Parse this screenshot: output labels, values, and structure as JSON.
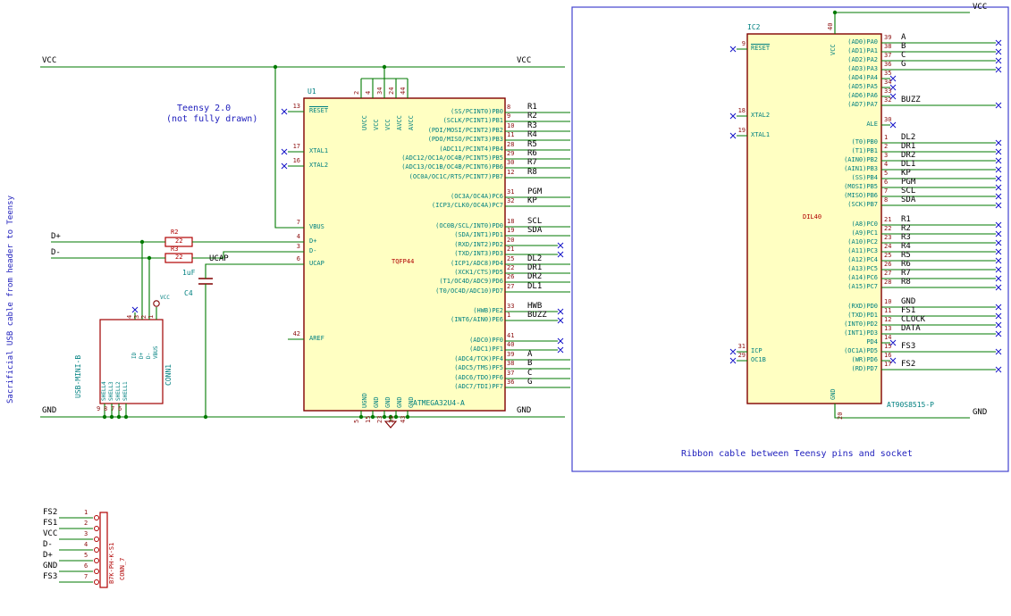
{
  "texts": {
    "left_note": "Sacrificial USB cable from header to Teensy",
    "teensy_note_1": "Teensy 2.0",
    "teensy_note_2": "(not fully drawn)",
    "ribbon_note": "Ribbon cable between Teensy pins and socket"
  },
  "colors": {
    "wire": "#007a00",
    "component_body": "#ffffc2",
    "component_border": "#800000",
    "pin_number": "#8c0d0d",
    "pin_name": "#008080",
    "net_label": "#000000",
    "note_blue": "#2121bd",
    "nc_marker": "#1414c8",
    "cable_border": "#4343cf"
  },
  "net_labels": {
    "vcc": "VCC",
    "gnd": "GND",
    "d_plus": "D+",
    "d_minus": "D-",
    "ucap": "UCAP"
  },
  "u1": {
    "ref": "U1",
    "footprint": "TQFP44",
    "value": "ATMEGA32U4-A",
    "left_pins": [
      {
        "num": "13",
        "name": "RESET",
        "overline": true,
        "nc": true
      },
      {
        "num": "17",
        "name": "XTAL1",
        "nc": true
      },
      {
        "num": "16",
        "name": "XTAL2",
        "nc": true
      },
      {
        "num": "7",
        "name": "VBUS"
      },
      {
        "num": "4",
        "name": "D+"
      },
      {
        "num": "3",
        "name": "D-"
      },
      {
        "num": "6",
        "name": "UCAP"
      },
      {
        "num": "42",
        "name": "AREF"
      }
    ],
    "right_groups": [
      {
        "pins": [
          {
            "num": "8",
            "name": "(SS/PCINT0)PB0",
            "net": "R1"
          },
          {
            "num": "9",
            "name": "(SCLK/PCINT1)PB1",
            "net": "R2"
          },
          {
            "num": "10",
            "name": "(PDI/MOSI/PCINT2)PB2",
            "net": "R3"
          },
          {
            "num": "11",
            "name": "(PDO/MISO/PCINT3)PB3",
            "net": "R4"
          },
          {
            "num": "28",
            "name": "(ADC11/PCINT4)PB4",
            "net": "R5"
          },
          {
            "num": "29",
            "name": "(ADC12/OC1A/OC4B/PCINT5)PB5",
            "net": "R6"
          },
          {
            "num": "30",
            "name": "(ADC13/OC1B/OC4B/PCINT6)PB6",
            "net": "R7"
          },
          {
            "num": "12",
            "name": "(OC0A/OC1C/RTS/PCINT7)PB7",
            "net": "R8"
          }
        ]
      },
      {
        "pins": [
          {
            "num": "31",
            "name": "(OC3A/OC4A)PC6",
            "net": "PGM"
          },
          {
            "num": "32",
            "name": "(ICP3/CLK0/OC4A)PC7",
            "net": "KP"
          }
        ]
      },
      {
        "pins": [
          {
            "num": "18",
            "name": "(OC0B/SCL/INT0)PD0",
            "net": "SCL"
          },
          {
            "num": "19",
            "name": "(SDA/INT1)PD1",
            "net": "SDA"
          },
          {
            "num": "20",
            "name": "(RXD/INT2)PD2",
            "nc": true
          },
          {
            "num": "21",
            "name": "(TXD/INT3)PD3",
            "nc": true
          },
          {
            "num": "25",
            "name": "(ICP1/ADC8)PD4",
            "net": "DL2"
          },
          {
            "num": "22",
            "name": "(XCK1/CTS)PD5",
            "net": "DR1"
          },
          {
            "num": "26",
            "name": "(T1/OC4D/ADC9)PD6",
            "net": "DR2"
          },
          {
            "num": "27",
            "name": "(T0/OC4D/ADC10)PD7",
            "net": "DL1"
          }
        ]
      },
      {
        "pins": [
          {
            "num": "33",
            "name": "(HWB)PE2",
            "net": "HWB",
            "nc": true
          },
          {
            "num": "1",
            "name": "(INT6/AIN0)PE6",
            "net": "BUZZ",
            "nc": true
          }
        ]
      },
      {
        "pins": [
          {
            "num": "41",
            "name": "(ADC0)PF0",
            "nc": true
          },
          {
            "num": "40",
            "name": "(ADC1)PF1",
            "nc": true
          },
          {
            "num": "39",
            "name": "(ADC4/TCK)PF4",
            "net": "A"
          },
          {
            "num": "38",
            "name": "(ADC5/TMS)PF5",
            "net": "B"
          },
          {
            "num": "37",
            "name": "(ADC6/TDO)PF6",
            "net": "C"
          },
          {
            "num": "36",
            "name": "(ADC7/TDI)PF7",
            "net": "G"
          }
        ]
      }
    ],
    "top_pins": [
      {
        "num": "2",
        "name": "UVCC"
      },
      {
        "num": "4",
        "name": "VCC"
      },
      {
        "num": "34",
        "name": "VCC"
      },
      {
        "num": "24",
        "name": "AVCC"
      },
      {
        "num": "44",
        "name": "AVCC"
      }
    ],
    "bottom_pins": [
      {
        "num": "5",
        "name": "UGND"
      },
      {
        "num": "15",
        "name": "GND"
      },
      {
        "num": "23",
        "name": "GND"
      },
      {
        "num": "35",
        "name": "GND"
      },
      {
        "num": "43",
        "name": "GND"
      }
    ]
  },
  "ic2": {
    "ref": "IC2",
    "footprint": "DIL40",
    "value": "AT90S8515-P",
    "left_pins": [
      {
        "num": "9",
        "name": "RESET",
        "overline": true,
        "nc": true
      },
      {
        "num": "18",
        "name": "XTAL2",
        "nc": true
      },
      {
        "num": "19",
        "name": "XTAL1",
        "nc": true
      },
      {
        "num": "31",
        "name": "ICP",
        "nc": true
      },
      {
        "num": "29",
        "name": "OC1B",
        "nc": true
      }
    ],
    "right_groups": [
      {
        "pins": [
          {
            "num": "39",
            "name": "(AD0)PA0",
            "net": "A"
          },
          {
            "num": "38",
            "name": "(AD1)PA1",
            "net": "B"
          },
          {
            "num": "37",
            "name": "(AD2)PA2",
            "net": "C"
          },
          {
            "num": "36",
            "name": "(AD3)PA3",
            "net": "G"
          },
          {
            "num": "35",
            "name": "(AD4)PA4",
            "nc": true
          },
          {
            "num": "34",
            "name": "(AD5)PA5",
            "nc": true
          },
          {
            "num": "33",
            "name": "(AD6)PA6",
            "nc": true
          },
          {
            "num": "32",
            "name": "(AD7)PA7",
            "net": "BUZZ"
          }
        ]
      },
      {
        "pins": [
          {
            "num": "30",
            "name": "ALE",
            "nc": true
          }
        ]
      },
      {
        "pins": [
          {
            "num": "1",
            "name": "(T0)PB0",
            "net": "DL2"
          },
          {
            "num": "2",
            "name": "(T1)PB1",
            "net": "DR1"
          },
          {
            "num": "3",
            "name": "(AIN0)PB2",
            "net": "DR2"
          },
          {
            "num": "4",
            "name": "(AIN1)PB3",
            "net": "DL1"
          },
          {
            "num": "5",
            "name": "(SS)PB4",
            "net": "KP"
          },
          {
            "num": "6",
            "name": "(MOSI)PB5",
            "net": "PGM"
          },
          {
            "num": "7",
            "name": "(MISO)PB6",
            "net": "SCL"
          },
          {
            "num": "8",
            "name": "(SCK)PB7",
            "net": "SDA"
          }
        ]
      },
      {
        "pins": [
          {
            "num": "21",
            "name": "(A8)PC0",
            "net": "R1"
          },
          {
            "num": "22",
            "name": "(A9)PC1",
            "net": "R2"
          },
          {
            "num": "23",
            "name": "(A10)PC2",
            "net": "R3"
          },
          {
            "num": "24",
            "name": "(A11)PC3",
            "net": "R4"
          },
          {
            "num": "25",
            "name": "(A12)PC4",
            "net": "R5"
          },
          {
            "num": "26",
            "name": "(A13)PC5",
            "net": "R6"
          },
          {
            "num": "27",
            "name": "(A14)PC6",
            "net": "R7"
          },
          {
            "num": "28",
            "name": "(A15)PC7",
            "net": "R8"
          }
        ]
      },
      {
        "pins": [
          {
            "num": "10",
            "name": "(RXD)PD0",
            "net": "GND"
          },
          {
            "num": "11",
            "name": "(TXD)PD1",
            "net": "FS1"
          },
          {
            "num": "12",
            "name": "(INT0)PD2",
            "net": "CLOCK"
          },
          {
            "num": "13",
            "name": "(INT1)PD3",
            "net": "DATA"
          },
          {
            "num": "14",
            "name": "PD4",
            "nc": true
          },
          {
            "num": "15",
            "name": "(OC1A)PD5",
            "net": "FS3"
          },
          {
            "num": "16",
            "name": "(WR)PD6",
            "nc": true
          },
          {
            "num": "17",
            "name": "(RD)PD7",
            "net": "FS2"
          }
        ]
      }
    ],
    "top_pin": {
      "num": "40",
      "name": "VCC"
    },
    "bottom_pin": {
      "num": "20",
      "name": "GND"
    }
  },
  "conn1": {
    "ref": "CONN1",
    "value": "USB-MINI-B",
    "signal_pins": [
      {
        "num": "4",
        "name": "ID",
        "nc": true
      },
      {
        "num": "3",
        "name": "D+"
      },
      {
        "num": "2",
        "name": "D-"
      },
      {
        "num": "1",
        "name": "VBUS"
      }
    ],
    "shell_pins": [
      {
        "num": "9",
        "name": "SHELL4"
      },
      {
        "num": "8",
        "name": "SHELL3"
      },
      {
        "num": "7",
        "name": "SHELL2"
      },
      {
        "num": "6",
        "name": "SHELL1"
      }
    ],
    "vbus_power_flag": "VCC"
  },
  "conn7": {
    "ref": "CONN_7",
    "value": "B7K-PH-K-S1",
    "pins": [
      {
        "num": "1",
        "net": "FS2"
      },
      {
        "num": "2",
        "net": "FS1"
      },
      {
        "num": "3",
        "net": "VCC"
      },
      {
        "num": "4",
        "net": "D-"
      },
      {
        "num": "5",
        "net": "D+"
      },
      {
        "num": "6",
        "net": "GND"
      },
      {
        "num": "7",
        "net": "FS3"
      }
    ]
  },
  "resistors": [
    {
      "ref": "R2",
      "value": "22"
    },
    {
      "ref": "R3",
      "value": "22"
    }
  ],
  "capacitor": {
    "ref": "C4",
    "value": "1uF"
  }
}
